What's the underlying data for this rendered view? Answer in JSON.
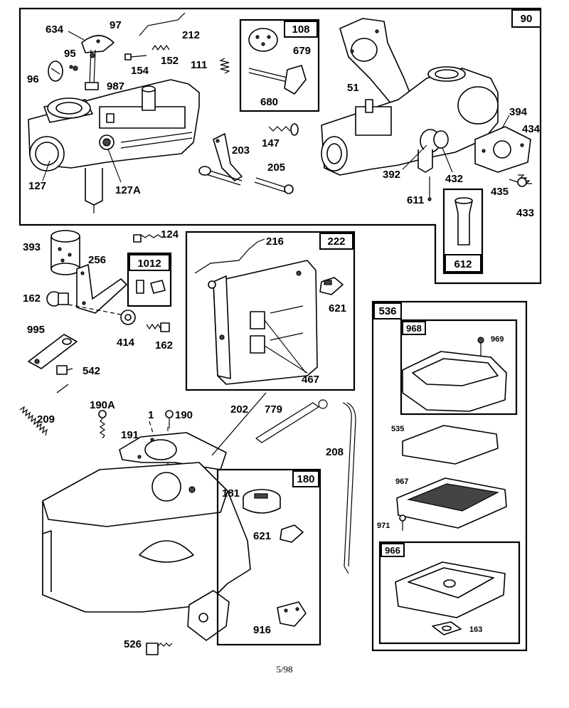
{
  "page": {
    "page_number": "5/98"
  },
  "groups": {
    "g90": "90",
    "g108": "108",
    "g222": "222",
    "g1012": "1012",
    "g612": "612",
    "g180": "180",
    "g536": "536",
    "g968": "968",
    "g966": "966"
  },
  "labels": {
    "p634": "634",
    "p97": "97",
    "p212": "212",
    "p95": "95",
    "p152": "152",
    "p154": "154",
    "p111": "111",
    "p96": "96",
    "p987": "987",
    "p679": "679",
    "p680": "680",
    "p51": "51",
    "p394": "394",
    "p434": "434",
    "p147": "147",
    "p203": "203",
    "p205": "205",
    "p127": "127",
    "p127A": "127A",
    "p392": "392",
    "p432": "432",
    "p611": "611",
    "p435": "435",
    "p433": "433",
    "p393": "393",
    "p124": "124",
    "p256": "256",
    "p216": "216",
    "p162a": "162",
    "p414": "414",
    "p162b": "162",
    "p621a": "621",
    "p467": "467",
    "p995": "995",
    "p542": "542",
    "p209": "209",
    "p190A": "190A",
    "p190": "190",
    "p191": "191",
    "p202": "202",
    "p779": "779",
    "p208": "208",
    "p181": "181",
    "p621b": "621",
    "p916": "916",
    "p526": "526",
    "p969": "969",
    "p535": "535",
    "p967": "967",
    "p971": "971",
    "p163": "163",
    "p1": "1"
  }
}
